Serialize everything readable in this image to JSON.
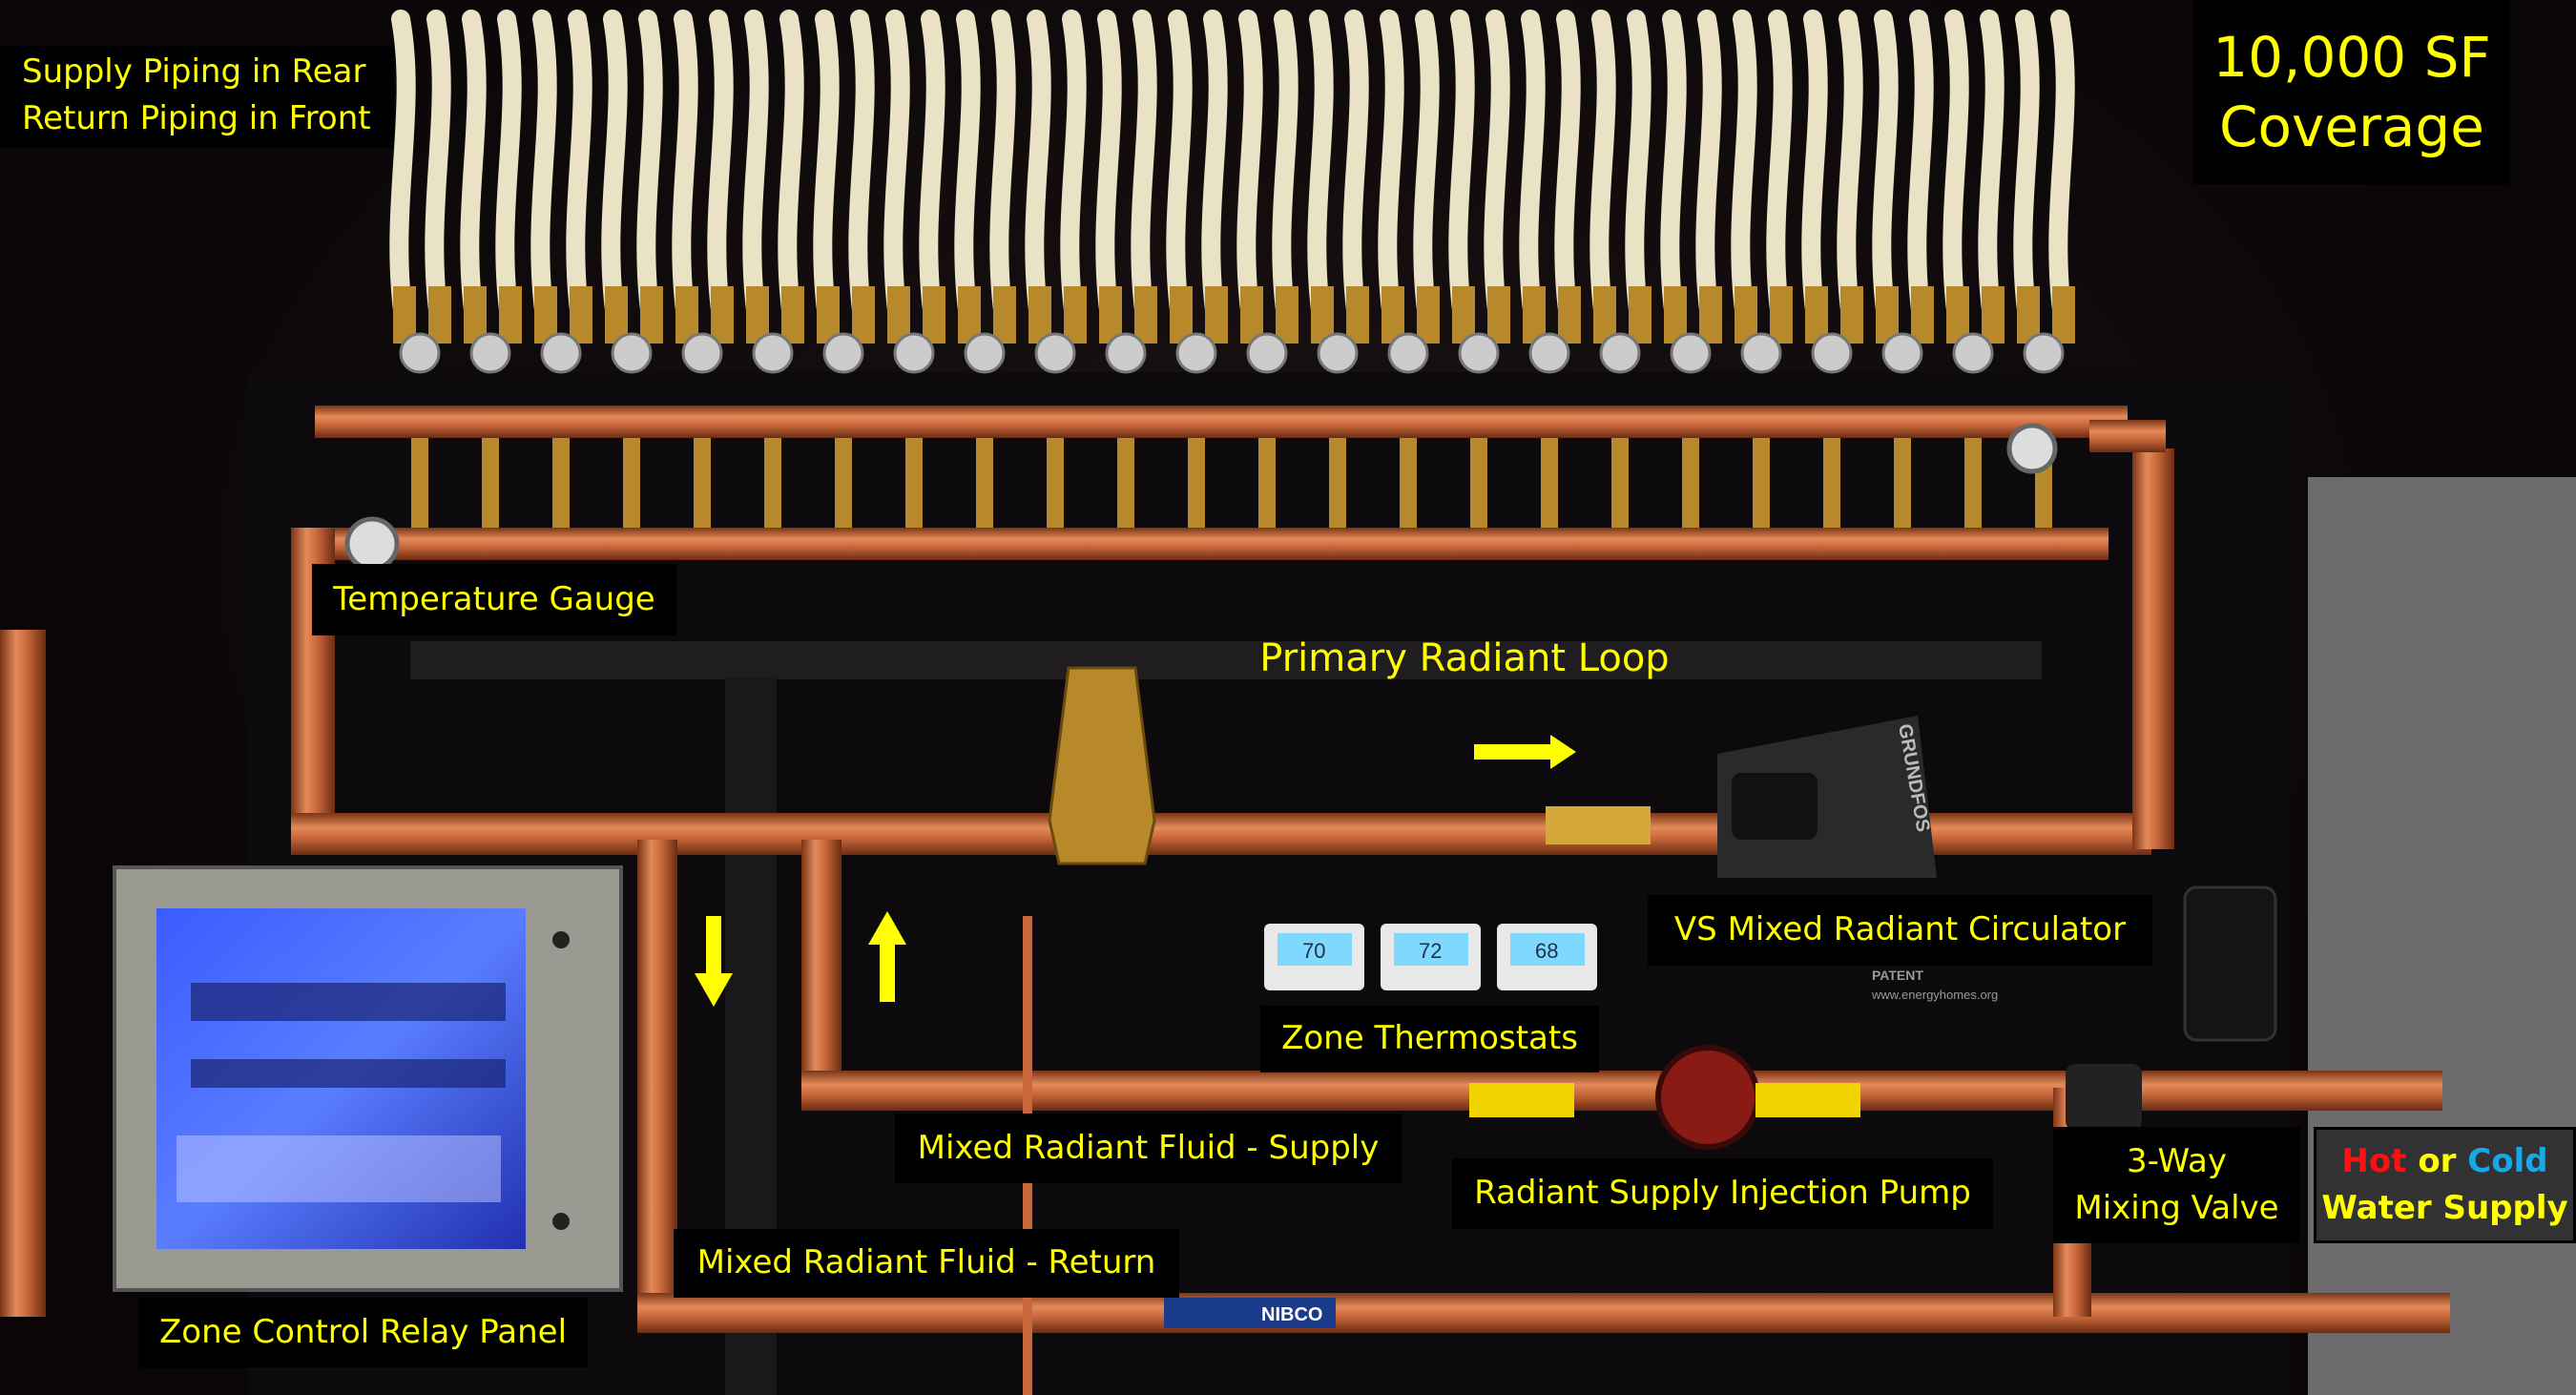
{
  "labels": {
    "supply_piping_line1": "Supply Piping in Rear",
    "supply_piping_line2": "Return Piping in Front",
    "coverage_line1": "10,000 SF",
    "coverage_line2": "Coverage",
    "temperature_gauge": "Temperature Gauge",
    "primary_loop": "Primary Radiant Loop",
    "circulator": "VS Mixed Radiant Circulator",
    "thermostats": "Zone Thermostats",
    "fluid_supply": "Mixed Radiant Fluid - Supply",
    "injection_pump": "Radiant Supply Injection Pump",
    "mixing_valve_line1": "3-Way",
    "mixing_valve_line2": "Mixing Valve",
    "water_hot": "Hot",
    "water_or": "or",
    "water_cold": "Cold",
    "water_supply": "Water Supply",
    "fluid_return": "Mixed Radiant Fluid - Return",
    "relay_panel": "Zone Control Relay Panel"
  },
  "photo_text": {
    "brand": "GRUNDFOS",
    "patent": "PATENT",
    "website": "www.energyhomes.org",
    "valve_brand": "NIBCO",
    "thermostat_readings": [
      "70",
      "72",
      "68"
    ]
  },
  "colors": {
    "label_text": "#ffff00",
    "hot": "#ff1010",
    "cold": "#16a9ea",
    "copper": "#c8673a",
    "pex": "#e9e2c4"
  }
}
